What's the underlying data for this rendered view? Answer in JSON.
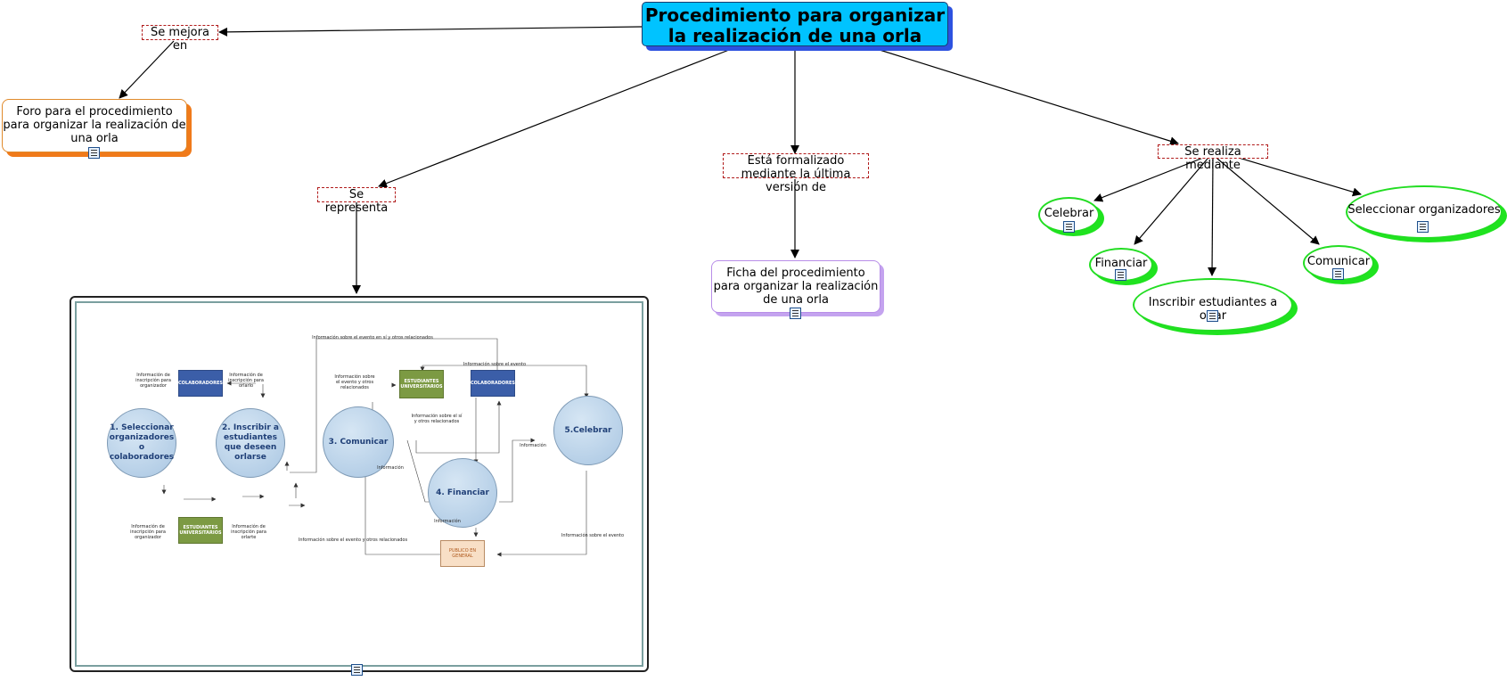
{
  "title": "Procedimiento para organizar la realización de una orla",
  "links": {
    "mejora": "Se mejora en",
    "representa": "Se representa",
    "formalizado": "Está formalizado mediante la última versión de",
    "realiza": "Se realiza mediante"
  },
  "nodes": {
    "foro": "Foro para el procedimiento para organizar la realización de una orla",
    "ficha": "Ficha del procedimiento para organizar la realización de una orla"
  },
  "steps": [
    "Celebrar",
    "Financiar",
    "Inscribir estudiantes a orlar",
    "Comunicar",
    "Seleccionar organizadores"
  ],
  "diagram": {
    "processes": [
      "1. Seleccionar organizadores o colaboradores",
      "2. Inscribir a estudiantes que deseen orlarse",
      "3. Comunicar",
      "4. Financiar",
      "5.Celebrar"
    ],
    "entities": {
      "colaboradores": "COLABORADORES",
      "estudiantes": "ESTUDIANTES UNIVERSITARIOS",
      "publico": "PUBLICO EN GENERAL"
    },
    "flows": {
      "f1": "Información de inscripción para organizador",
      "f2": "Información de inscripción para orlarlo",
      "f3": "Información de inscripción para organizador",
      "f4": "Información de inscripción para orlarte",
      "f5": "Información sobre el evento en sí y otros relacionados",
      "f6": "Información sobre el evento y otros relacionados",
      "f7": "Información sobre el evento",
      "f8": "Información sobre el sí y otros relacionados",
      "f9": "Información",
      "f10": "Información",
      "f11": "Información",
      "f12": "Información sobre el evento y otros relacionados",
      "f13": "Información sobre el evento"
    }
  },
  "colors": {
    "title_bg": "#00c3ff",
    "title_shadow": "#2d52e0",
    "foro_accent": "#f07a1a",
    "ficha_accent": "#b88ee8",
    "step_accent": "#22dd22",
    "link_border": "#b11b1b"
  }
}
